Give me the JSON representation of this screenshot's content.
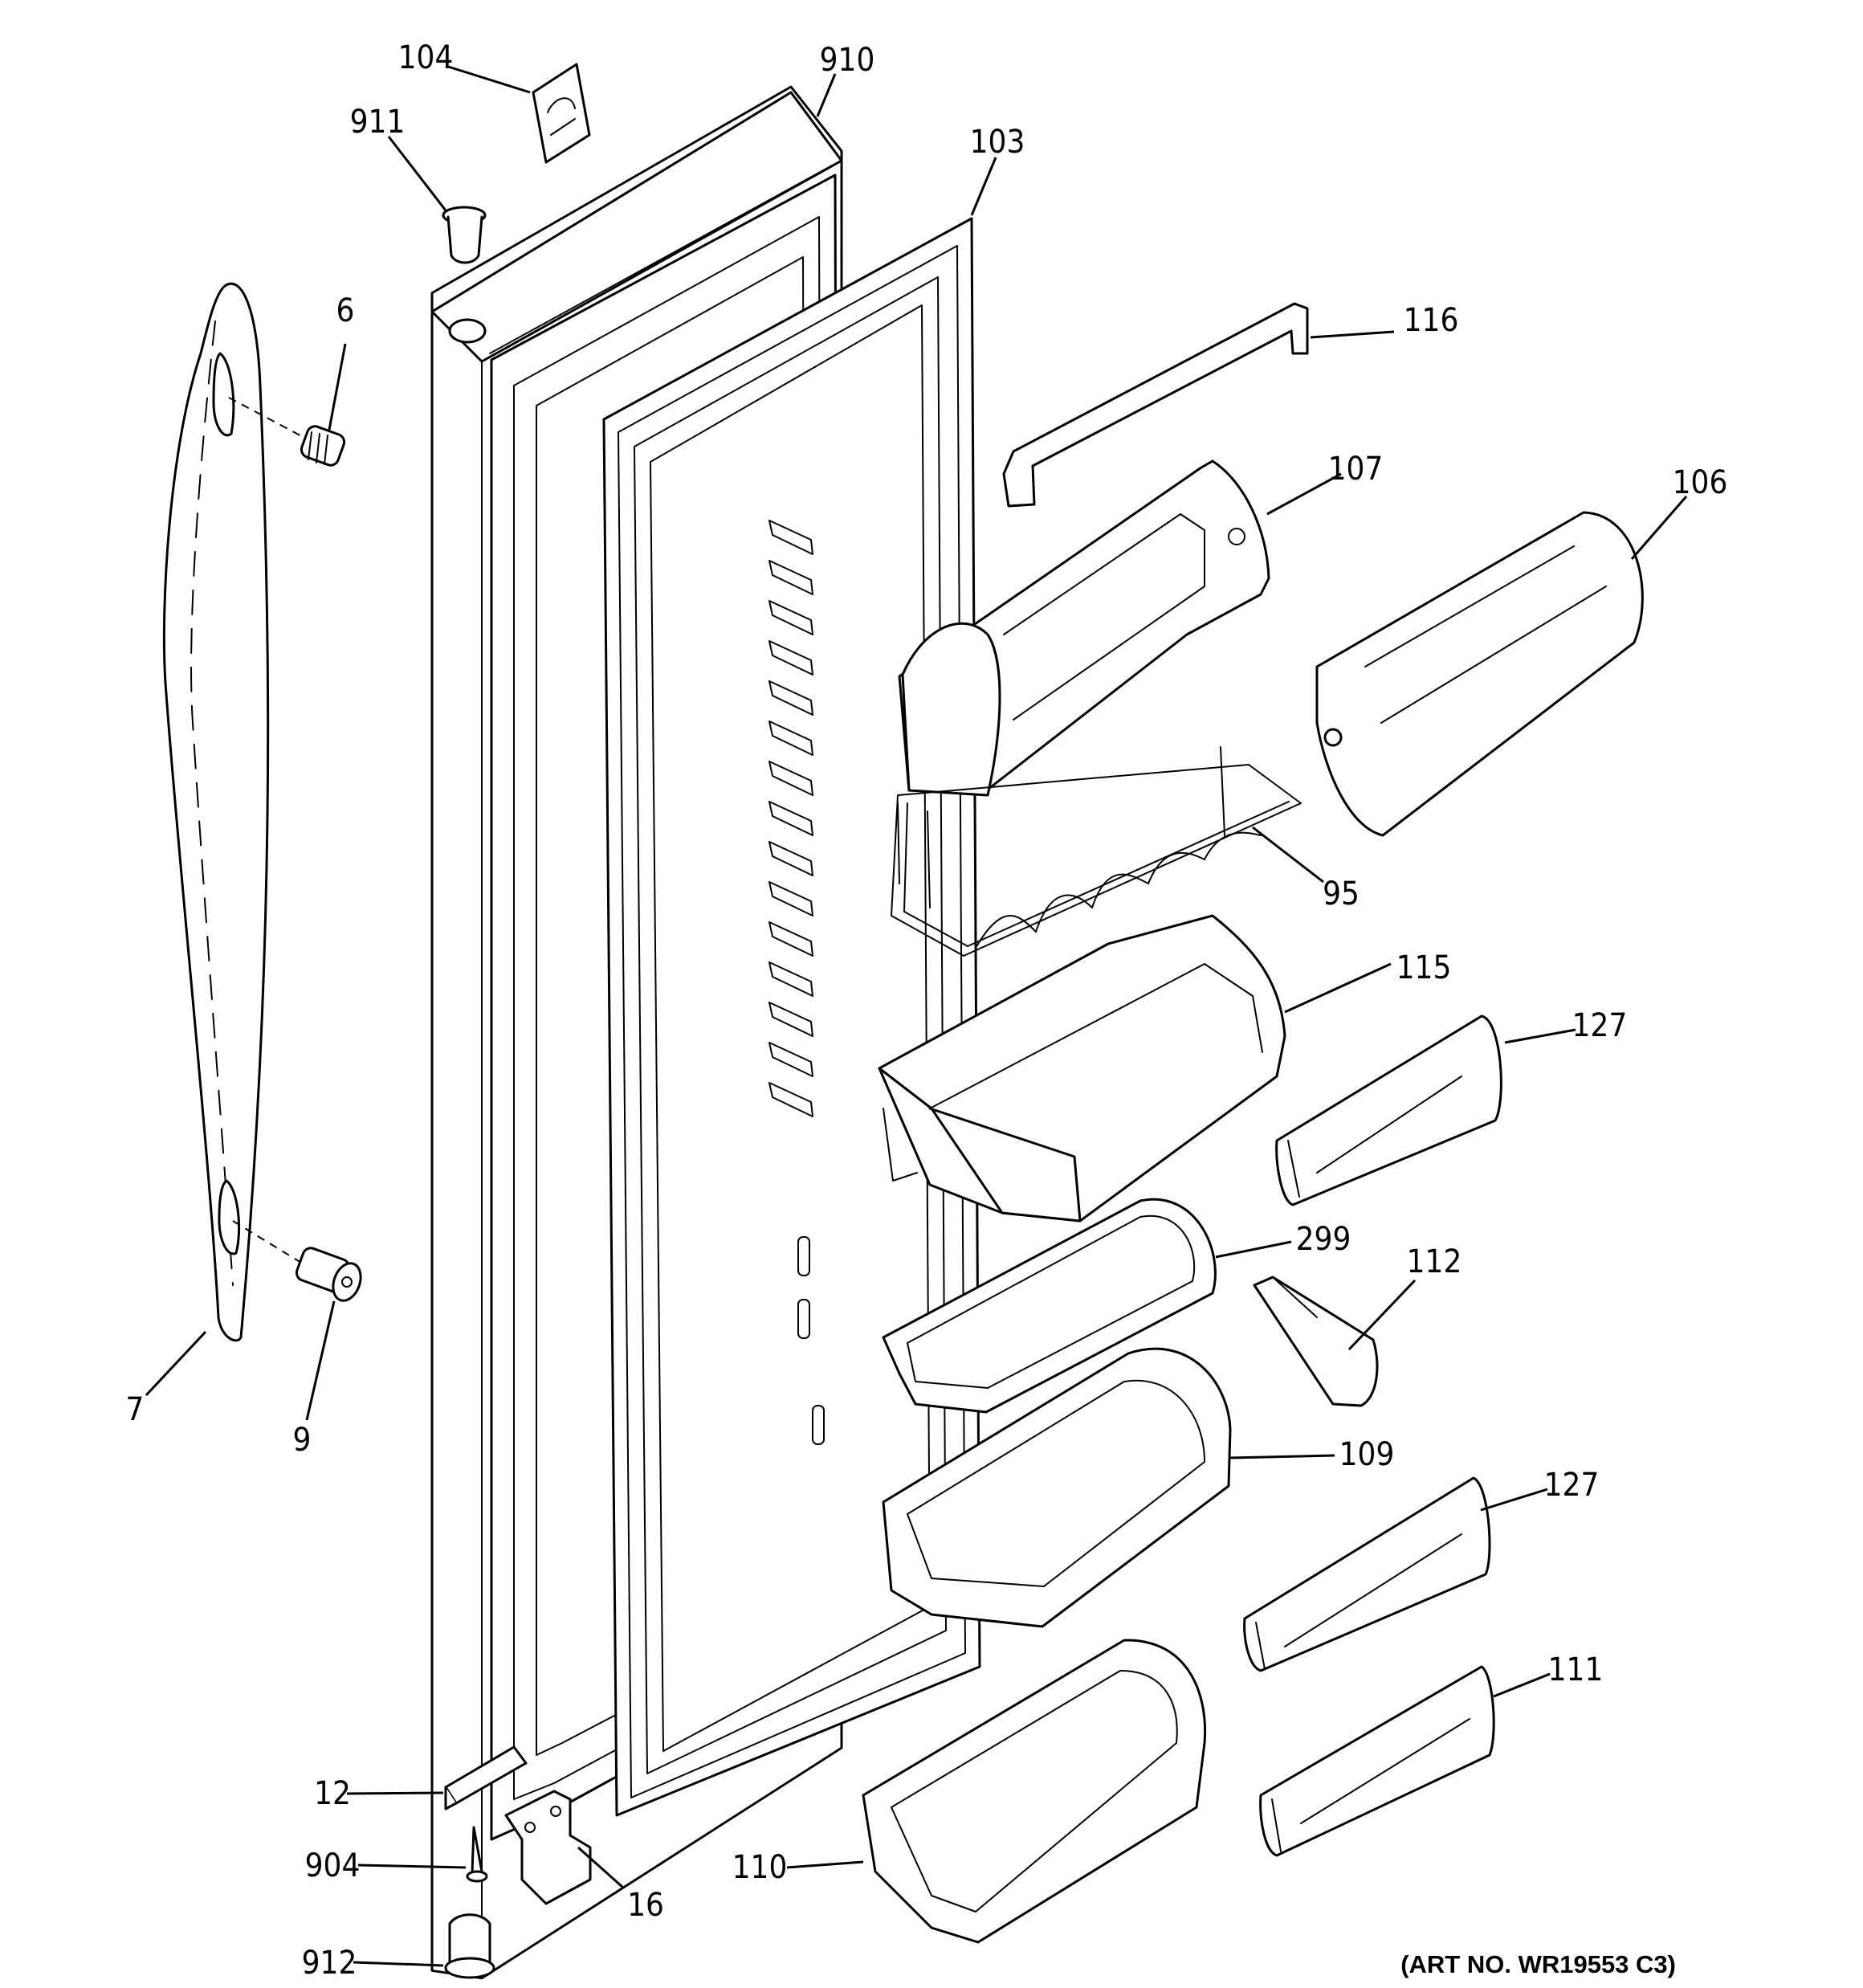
{
  "diagram": {
    "art_number": "(ART NO. WR19553 C3)",
    "callouts": [
      {
        "id": "104",
        "text": "104"
      },
      {
        "id": "910",
        "text": "910"
      },
      {
        "id": "911",
        "text": "911"
      },
      {
        "id": "103",
        "text": "103"
      },
      {
        "id": "6",
        "text": "6"
      },
      {
        "id": "116",
        "text": "116"
      },
      {
        "id": "107",
        "text": "107"
      },
      {
        "id": "106",
        "text": "106"
      },
      {
        "id": "95",
        "text": "95"
      },
      {
        "id": "115",
        "text": "115"
      },
      {
        "id": "127a",
        "text": "127"
      },
      {
        "id": "299",
        "text": "299"
      },
      {
        "id": "112",
        "text": "112"
      },
      {
        "id": "7",
        "text": "7"
      },
      {
        "id": "9",
        "text": "9"
      },
      {
        "id": "109",
        "text": "109"
      },
      {
        "id": "127b",
        "text": "127"
      },
      {
        "id": "111",
        "text": "111"
      },
      {
        "id": "12",
        "text": "12"
      },
      {
        "id": "904",
        "text": "904"
      },
      {
        "id": "16",
        "text": "16"
      },
      {
        "id": "110",
        "text": "110"
      },
      {
        "id": "912",
        "text": "912"
      }
    ]
  }
}
